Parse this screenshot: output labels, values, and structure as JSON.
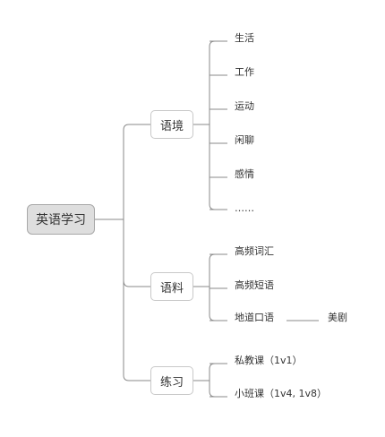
{
  "root": {
    "label": "英语学习"
  },
  "branches": [
    {
      "label": "语境",
      "items": [
        "生活",
        "工作",
        "运动",
        "闲聊",
        "感情",
        "……"
      ]
    },
    {
      "label": "语料",
      "items": [
        "高频词汇",
        "高频短语",
        "地道口语"
      ],
      "extra": {
        "parent_item": "地道口语",
        "label": "美剧"
      }
    },
    {
      "label": "练习",
      "items": [
        "私教课（1v1）",
        "小班课（1v4, 1v8）"
      ]
    }
  ],
  "colors": {
    "line": "#8a8a8a",
    "root_fill": "#dedede",
    "root_border": "#a8a8a8",
    "node_border": "#c8c8c8"
  }
}
